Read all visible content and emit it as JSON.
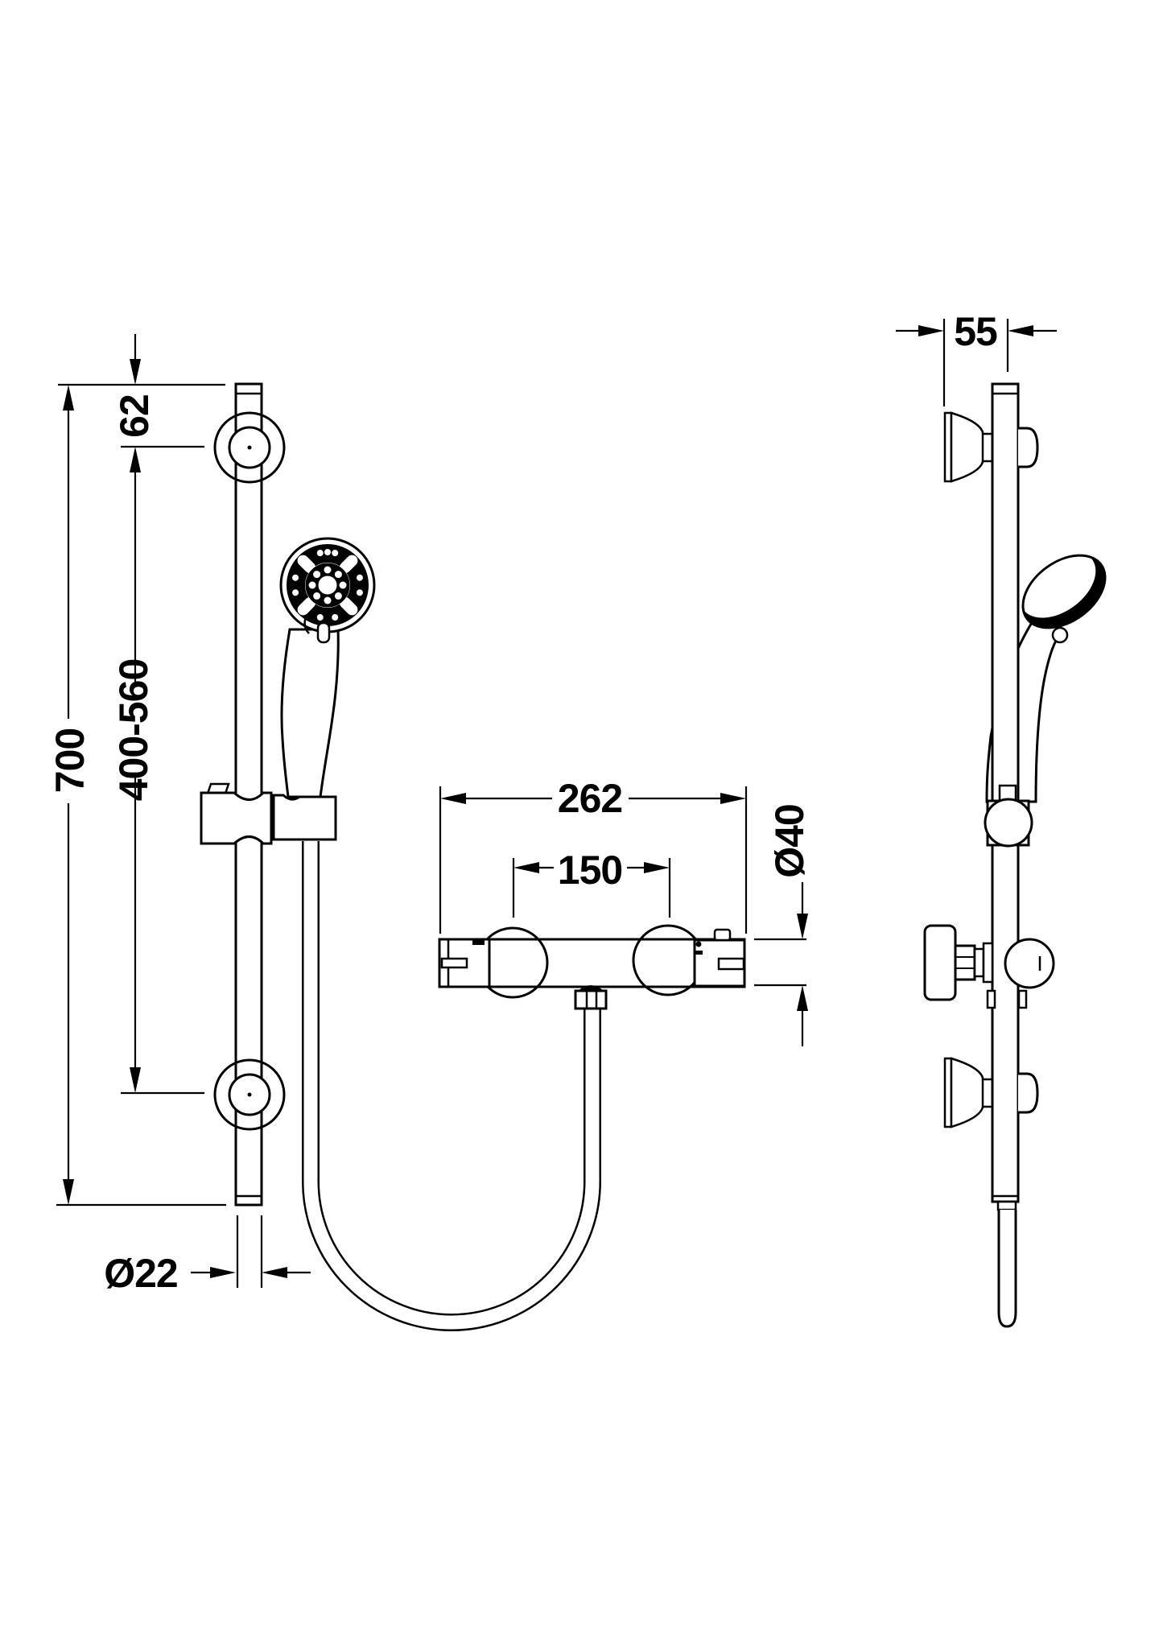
{
  "dimensions": {
    "front_view": {
      "bracket_top_offset": "62",
      "rail_length": "700",
      "bracket_adjustable_range": "400-560",
      "rail_diameter": "Ø22",
      "valve_width": "262",
      "connection_centres": "150",
      "valve_body_diameter": "Ø40"
    },
    "side_view": {
      "wall_to_rail_offset": "55"
    }
  }
}
